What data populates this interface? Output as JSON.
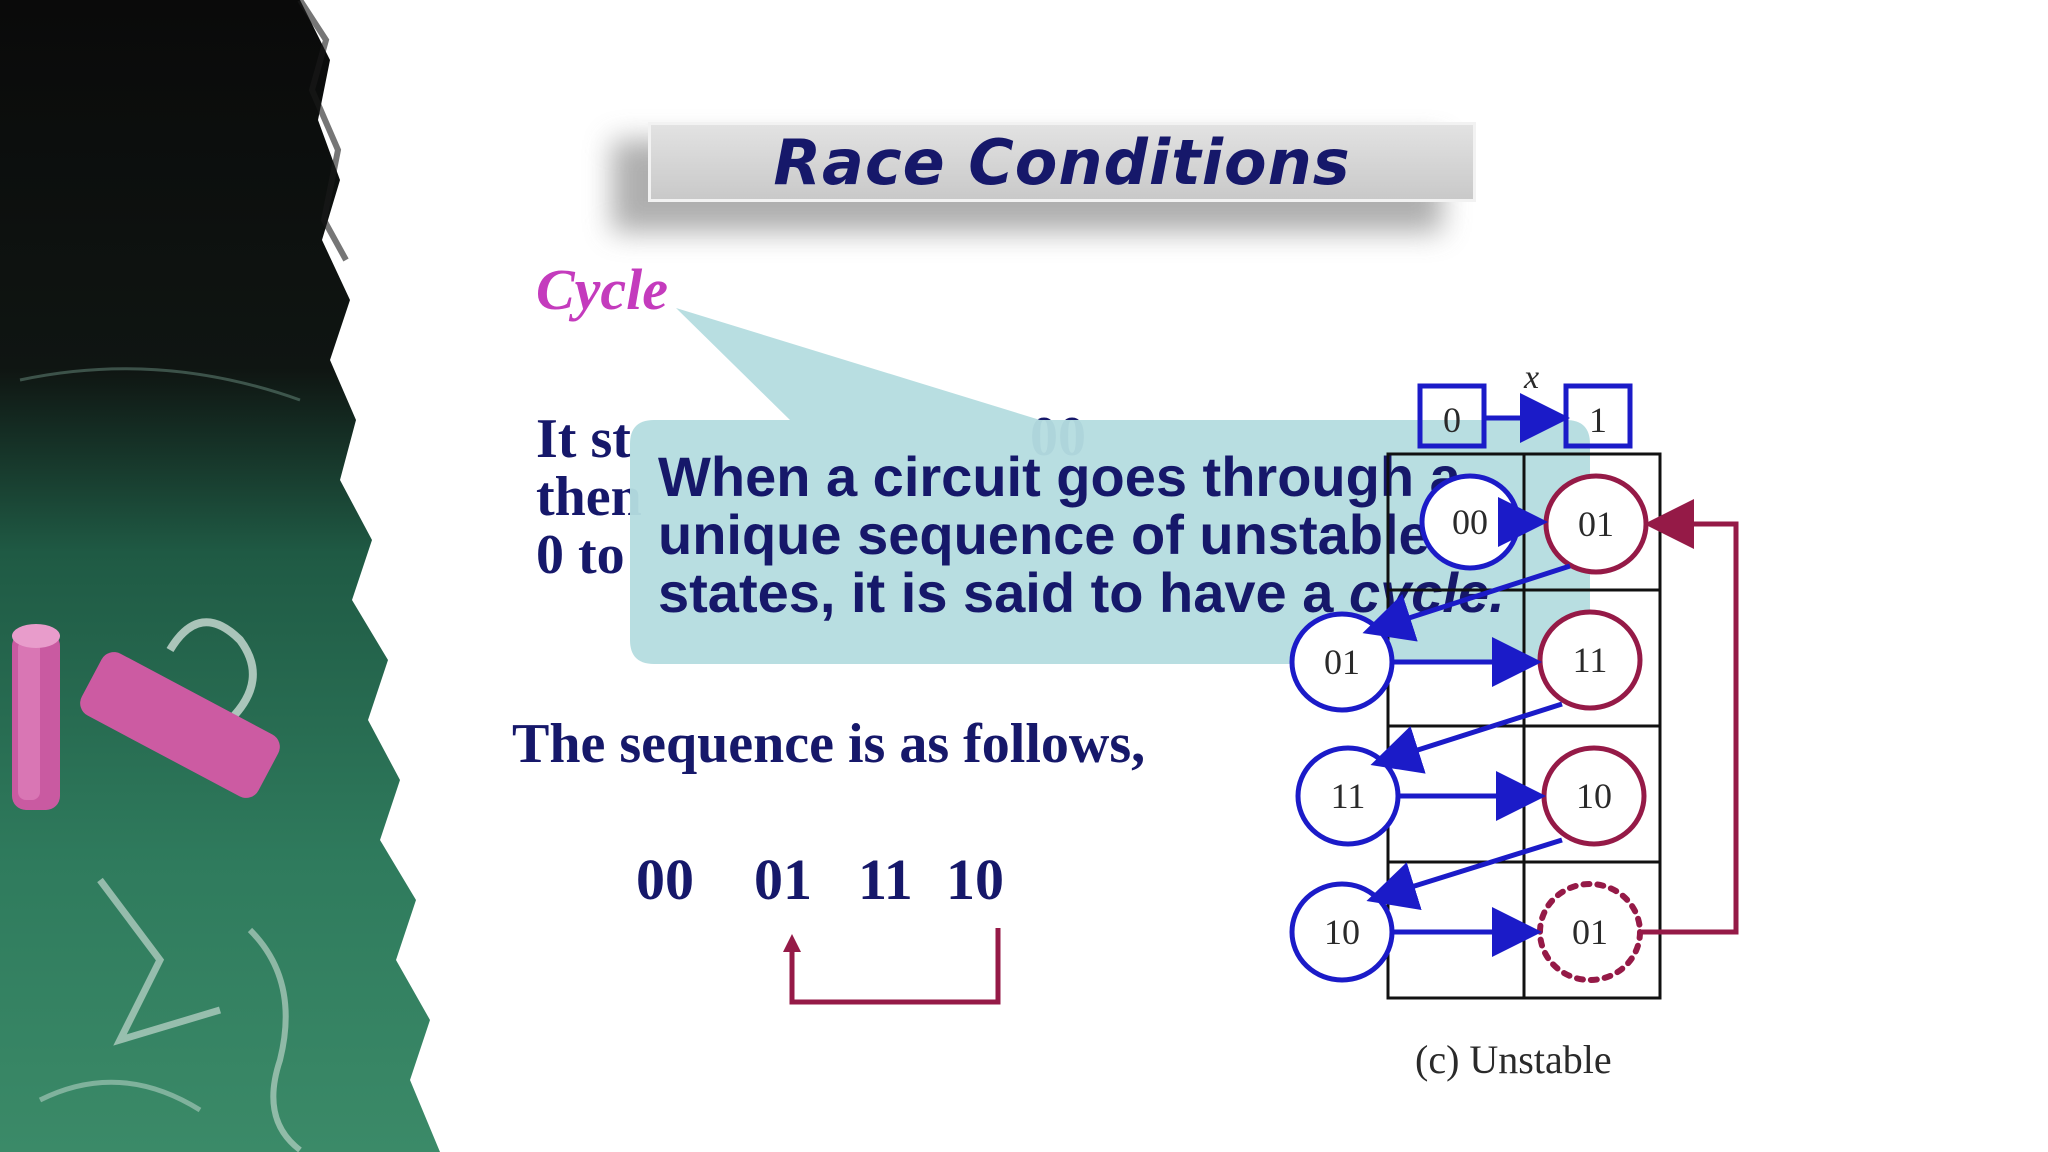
{
  "slide": {
    "title": "Race Conditions",
    "section_heading": "Cycle",
    "paragraph_lines": [
      "It st",
      "then",
      "0 to"
    ],
    "paragraph_fragment": "00",
    "sequence_label": "The sequence is as follows,",
    "sequence_states": [
      "00",
      "01",
      "11",
      "10"
    ]
  },
  "callout": {
    "line1": "When a circuit goes through a",
    "line2": "unique sequence of unstable",
    "line3_prefix": "states, it is said to have a ",
    "line3_emphasis": "cycle."
  },
  "diagram": {
    "input_label": "x",
    "x_from": "0",
    "x_to": "1",
    "left_column_states": [
      "00",
      "01",
      "11",
      "10"
    ],
    "right_column_states": [
      "01",
      "11",
      "10",
      "01"
    ],
    "caption": "(c) Unstable"
  },
  "colors": {
    "navy_text": "#16186a",
    "cycle_magenta": "#c43bbd",
    "callout_fill": "#b5dde0",
    "blue_state": "#1b1bc8",
    "red_state": "#951a47"
  }
}
